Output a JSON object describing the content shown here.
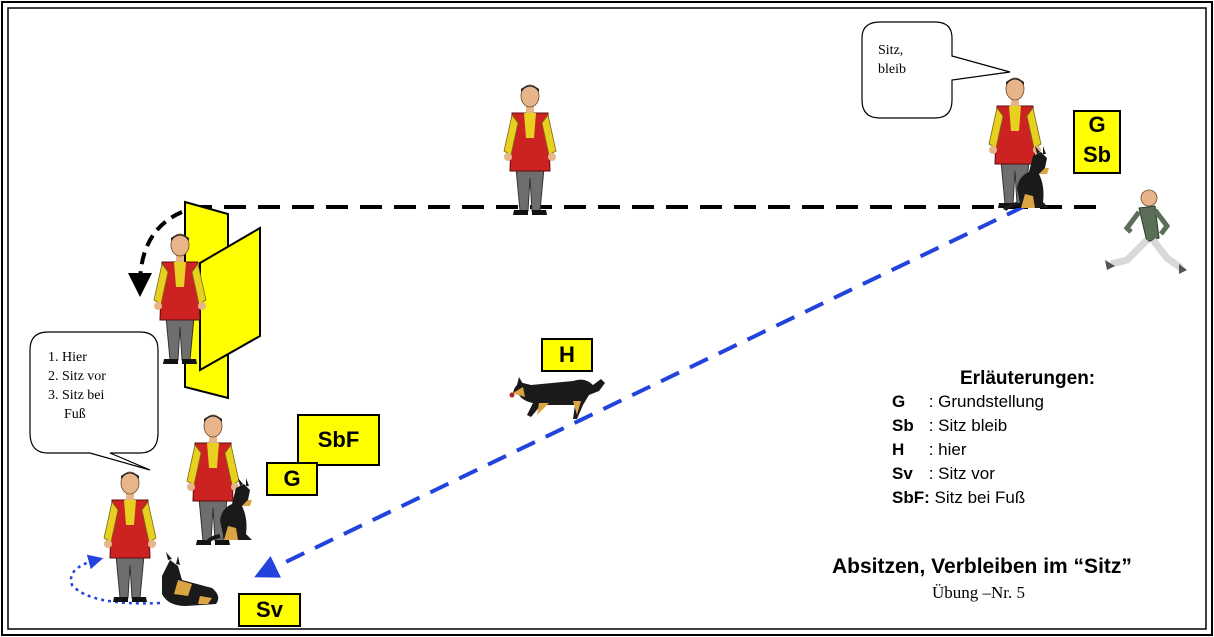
{
  "labels": {
    "g_top": "G",
    "sb_top": "Sb",
    "h": "H",
    "sbf": "SbF",
    "g_bottom": "G",
    "sv": "Sv"
  },
  "bubbles": {
    "top": [
      "Sitz,",
      "bleib"
    ],
    "bottom": [
      "1. Hier",
      "2. Sitz vor",
      "3. Sitz bei",
      "Fuß"
    ]
  },
  "legend": {
    "title": "Erläuterungen:",
    "items": [
      {
        "abbr": "G",
        "sep": " : ",
        "text": "Grundstellung"
      },
      {
        "abbr": "Sb",
        "sep": " : ",
        "text": "Sitz bleib"
      },
      {
        "abbr": "H",
        "sep": " : ",
        "text": "hier"
      },
      {
        "abbr": "Sv",
        "sep": " : ",
        "text": "Sitz vor"
      },
      {
        "abbr": "SbF:",
        "sep": " ",
        "text": "Sitz bei Fuß"
      }
    ]
  },
  "caption": {
    "title": "Absitzen, Verbleiben im “Sitz”",
    "subtitle": "Übung –Nr. 5"
  },
  "colors": {
    "tag_fill": "#ffff00",
    "path_black": "#000000",
    "path_blue": "#2244dd",
    "handler_vest": "#cc2222",
    "handler_shirt": "#e8d020",
    "handler_trousers": "#6e6e6e",
    "runner_jacket": "#5a6e58",
    "dog_body": "#1a1a1a",
    "dog_tan": "#d9a441"
  }
}
